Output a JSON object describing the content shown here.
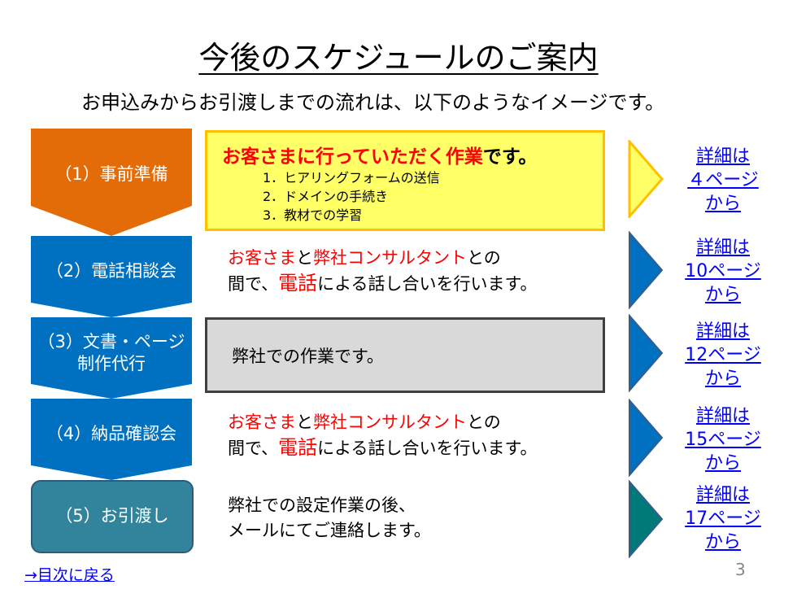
{
  "title": "今後のスケジュールのご案内",
  "subtitle": "お申込みからお引渡しまでの流れは、以下のようなイメージです。",
  "steps": [
    "（1）事前準備",
    "（2）電話相談会",
    "（3）文書・ページ",
    "制作代行",
    "（4）納品確認会",
    "（5）お引渡し"
  ],
  "step1": {
    "head_red": "お客さまに行っていただく作業",
    "head_black": "です。",
    "items": [
      "1．ヒアリングフォームの送信",
      "2．ドメインの手続き",
      "3．教材での学習"
    ]
  },
  "step2": {
    "a": "お客さま",
    "b": "と",
    "c": "弊社コンサルタント",
    "d": "との",
    "e": "間で、",
    "f": "電話",
    "g": "による話し合いを行います。"
  },
  "step3": {
    "text": "弊社での作業です。"
  },
  "step4": {
    "a": "お客さま",
    "b": "と",
    "c": "弊社コンサルタント",
    "d": "との",
    "e": "間で、",
    "f": "電話",
    "g": "による話し合いを行います。"
  },
  "step5": {
    "line1": "弊社での設定作業の後、",
    "line2": "メールにてご連絡します。"
  },
  "links": [
    {
      "l1": "詳細は",
      "l2": "４ページ",
      "l3": "から"
    },
    {
      "l1": "詳細は",
      "l2": "10ページ",
      "l3": "から"
    },
    {
      "l1": "詳細は",
      "l2": "12ページ",
      "l3": "から"
    },
    {
      "l1": "詳細は",
      "l2": "15ページ",
      "l3": "から"
    },
    {
      "l1": "詳細は",
      "l2": "17ページ",
      "l3": "から"
    }
  ],
  "colors": {
    "orange": "#E36C09",
    "blue": "#0070C0",
    "teal": "#31849B",
    "yellow": "#FFFF66",
    "tri_teal": "#007A78"
  },
  "back_link": "→目次に戻る",
  "page_number": "3"
}
